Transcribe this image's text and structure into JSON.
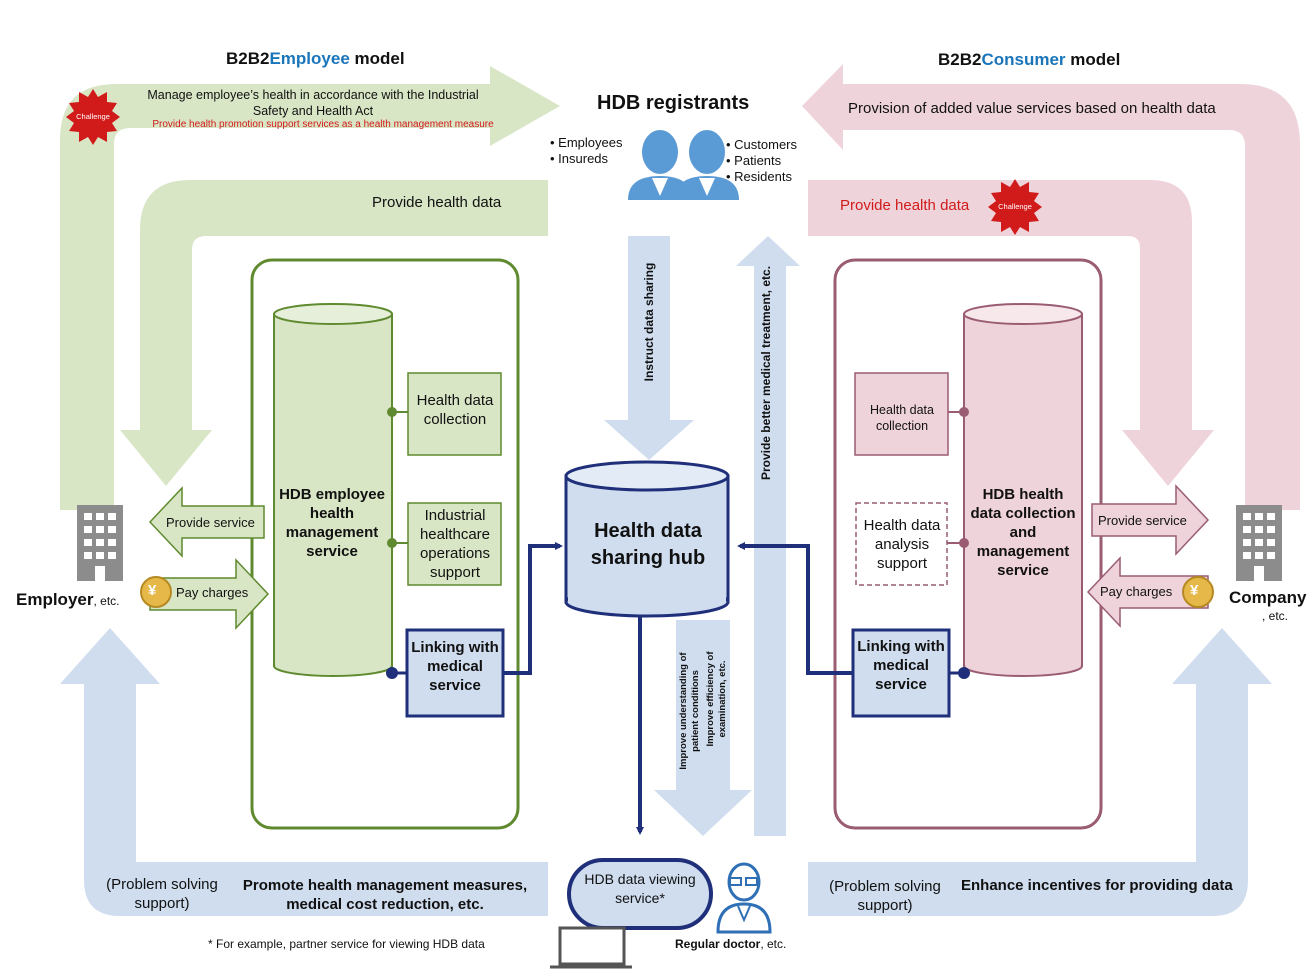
{
  "headers": {
    "left_prefix": "B2B2",
    "left_highlight": "Employee",
    "left_suffix": " model",
    "right_prefix": "B2B2",
    "right_highlight": "Consumer",
    "right_suffix": " model"
  },
  "registrants": {
    "title": "HDB registrants",
    "left_list": [
      "• Employees",
      "• Insureds"
    ],
    "right_list": [
      "• Customers",
      "• Patients",
      "• Residents"
    ]
  },
  "left_model": {
    "top_arrow_line1": "Manage employee’s health in accordance with the Industrial",
    "top_arrow_line2": "Safety and Health Act",
    "top_arrow_red": "Provide health promotion support services as a health management measure",
    "challenge": "Challenge",
    "provide_health_data": "Provide health data",
    "service_title": "HDB employee health management service",
    "modules": [
      "Health data collection",
      "Industrial healthcare operations support"
    ],
    "linking": "Linking with medical service",
    "provide_service": "Provide service",
    "pay_charges": "Pay charges",
    "entity": "Employer",
    "entity_suffix": ", etc.",
    "bottom_left_paren": "(Problem solving support)",
    "bottom_bold": "Promote health management measures, medical cost reduction, etc."
  },
  "right_model": {
    "top_arrow_text": "Provision of added value services based on health data",
    "provide_health_data": "Provide health data",
    "challenge": "Challenge",
    "service_title": "HDB health data collection and management service",
    "modules": [
      "Health data collection",
      "Health data analysis support"
    ],
    "linking": "Linking with medical service",
    "provide_service": "Provide service",
    "pay_charges": "Pay charges",
    "entity": "Company",
    "entity_suffix": ", etc.",
    "bottom_left_paren": "(Problem solving support)",
    "bottom_bold": "Enhance incentives for providing data"
  },
  "center": {
    "hub": "Health data sharing hub",
    "instruct": "Instruct data sharing",
    "provide_better": "Provide better medical treatment, etc.",
    "improve_1a": "Improve understanding of",
    "improve_1b": "patient conditions",
    "improve_2a": "Improve efficiency of",
    "improve_2b": "examination, etc.",
    "viewing": "HDB data viewing service*",
    "regular_doctor": "Regular doctor",
    "regular_suffix": ", etc.",
    "footnote": "* For example, partner service for viewing HDB data"
  },
  "currency_symbol": "¥",
  "colors": {
    "green_fill": "#d9e6c6",
    "green_line": "#5f8a2f",
    "pink_fill": "#efd3da",
    "pink_line": "#9a5c72",
    "blue_fill": "#cfddef",
    "navy": "#1f2f7a",
    "accent_blue": "#1b75bb",
    "red": "#d11a1a"
  }
}
